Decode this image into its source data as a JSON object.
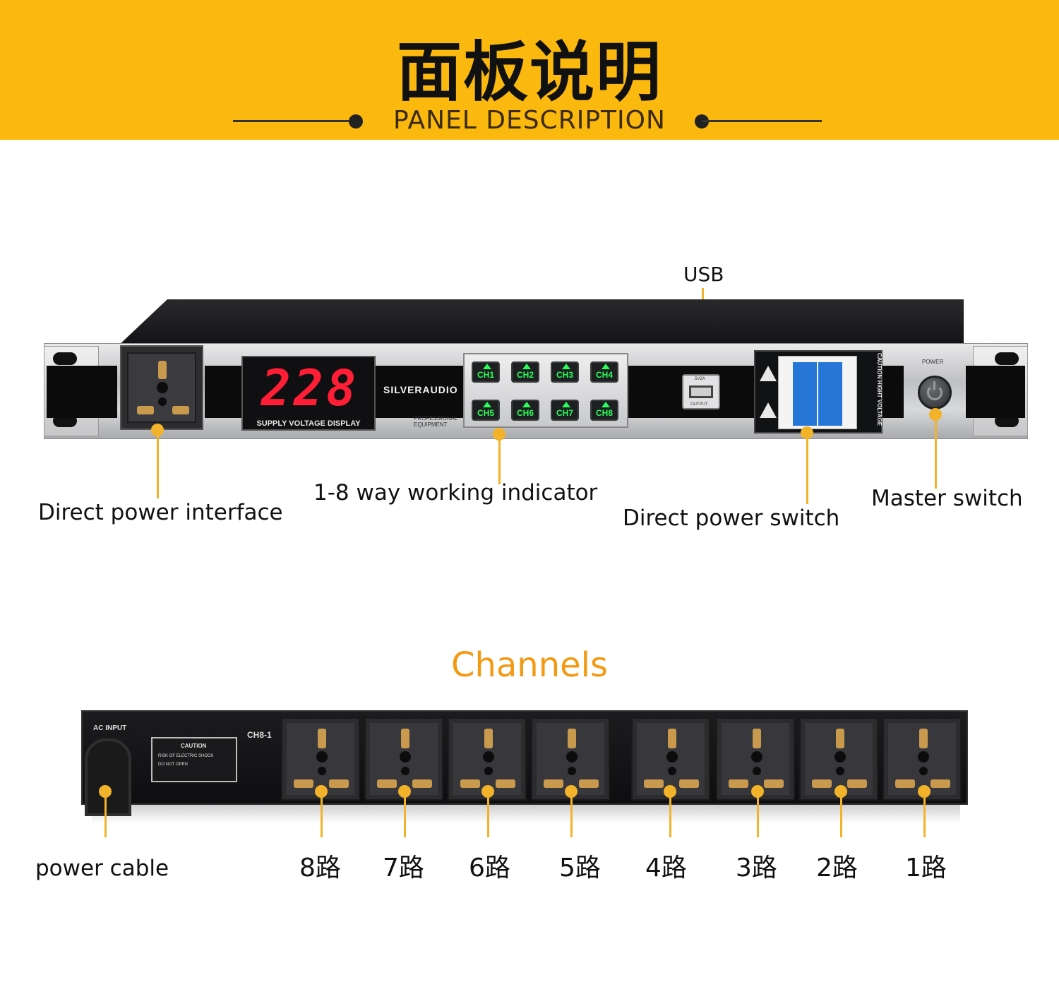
{
  "header": {
    "title_cn": "面板说明",
    "title_en": "PANEL DESCRIPTION",
    "background_color": "#fbb90f"
  },
  "front_panel": {
    "voltage_display": {
      "digits": "228",
      "label": "SUPPLY VOLTAGE DISPLAY"
    },
    "brand": "SILVERAUDIO",
    "equipment_text": "PROFESSIONAL EQUIPMENT",
    "channel_indicators": [
      "CH1",
      "CH2",
      "CH3",
      "CH4",
      "CH5",
      "CH6",
      "CH7",
      "CH8"
    ],
    "usb_port_text": {
      "top": "5V2A",
      "bottom": "OUTPUT"
    },
    "breaker_caution": "CAUTION HIGHT VOLTAGE",
    "power_label": "POWER",
    "callouts": {
      "usb": "USB",
      "direct_power_interface": "Direct power interface",
      "working_indicator": "1-8 way working indicator",
      "direct_power_switch": "Direct power switch",
      "master_switch": "Master switch"
    }
  },
  "rear_panel": {
    "title": "Channels",
    "ac_input": "AC INPUT",
    "caution_plate": {
      "title": "CAUTION",
      "line1": "RISK OF ELECTRIC SHOCK",
      "line2": "DO NOT OPEN"
    },
    "model": "CH8-1",
    "power_cable_label": "power cable",
    "channel_labels": [
      "8路",
      "7路",
      "6路",
      "5路",
      "4路",
      "3路",
      "2路",
      "1路"
    ]
  },
  "colors": {
    "accent": "#f2b32a",
    "channels_title": "#f29a14",
    "digit_red": "#ff1e35",
    "indicator_green": "#28ff5a"
  }
}
